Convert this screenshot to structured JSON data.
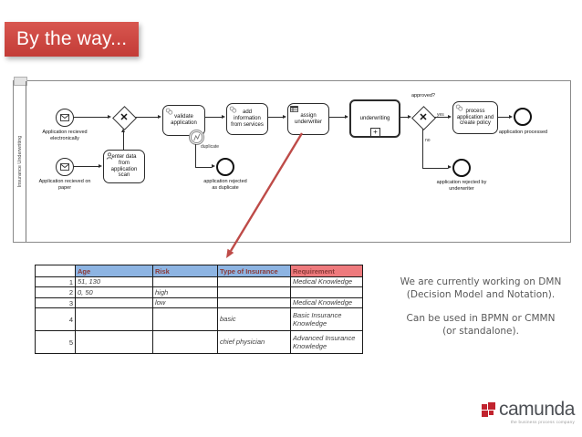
{
  "banner": {
    "label": "By the way...",
    "bg": "#cd4540"
  },
  "diagram": {
    "pool_label": "Insurance Underwriting",
    "start_events": [
      {
        "label": "Application recieved electronically"
      },
      {
        "label": "Application recieved on paper"
      }
    ],
    "tasks": [
      {
        "label": "enter data from application scan",
        "type": "user"
      },
      {
        "label": "validate application",
        "type": "service"
      },
      {
        "label": "add information from services",
        "type": "service"
      },
      {
        "label": "assign underwriter",
        "type": "business-rule"
      },
      {
        "label": "underwriting",
        "type": "collapsed-subprocess"
      },
      {
        "label": "process application and create policy",
        "type": "service"
      }
    ],
    "gateways": [
      {
        "label": ""
      },
      {
        "label": "approved?"
      }
    ],
    "boundary_event": {
      "label": "duplicate",
      "type": "error"
    },
    "end_events": [
      {
        "label": "application rejected as duplicate"
      },
      {
        "label": "application processed"
      },
      {
        "label": "application rejected by underwriter"
      }
    ],
    "flow_labels": {
      "yes": "yes",
      "no": "no"
    },
    "gateway_marker": "✕",
    "subprocess_marker": "+"
  },
  "decision_table": {
    "headers": {
      "rownum": "",
      "age": "Age",
      "risk": "Risk",
      "type": "Type of Insurance",
      "req": "Requirement"
    },
    "rows": [
      {
        "num": "1",
        "age": "51, 130",
        "risk": "",
        "type": "",
        "req": "Medical Knowledge"
      },
      {
        "num": "2",
        "age": "0, 50",
        "risk": "high",
        "type": "",
        "req": ""
      },
      {
        "num": "3",
        "age": "",
        "risk": "low",
        "type": "",
        "req": "Medical Knowledge"
      },
      {
        "num": "4",
        "age": "",
        "risk": "",
        "type": "basic",
        "req": "Basic Insurance Knowledge"
      },
      {
        "num": "5",
        "age": "",
        "risk": "",
        "type": "chief physician",
        "req": "Advanced Insurance Knowledge"
      }
    ],
    "colors": {
      "header_blue": "#8db4e2",
      "header_red": "#ee7a7d",
      "header_text": "#8b3a38"
    }
  },
  "note": {
    "para1": "We are currently working on DMN (Decision Model and Notation).",
    "para2": "Can be used in BPMN or CMMN (or standalone)."
  },
  "annotation_arrow": {
    "color": "#be4b48"
  },
  "logo": {
    "wordmark": "camunda",
    "tagline": "the business process company",
    "red": "#c1232e"
  }
}
